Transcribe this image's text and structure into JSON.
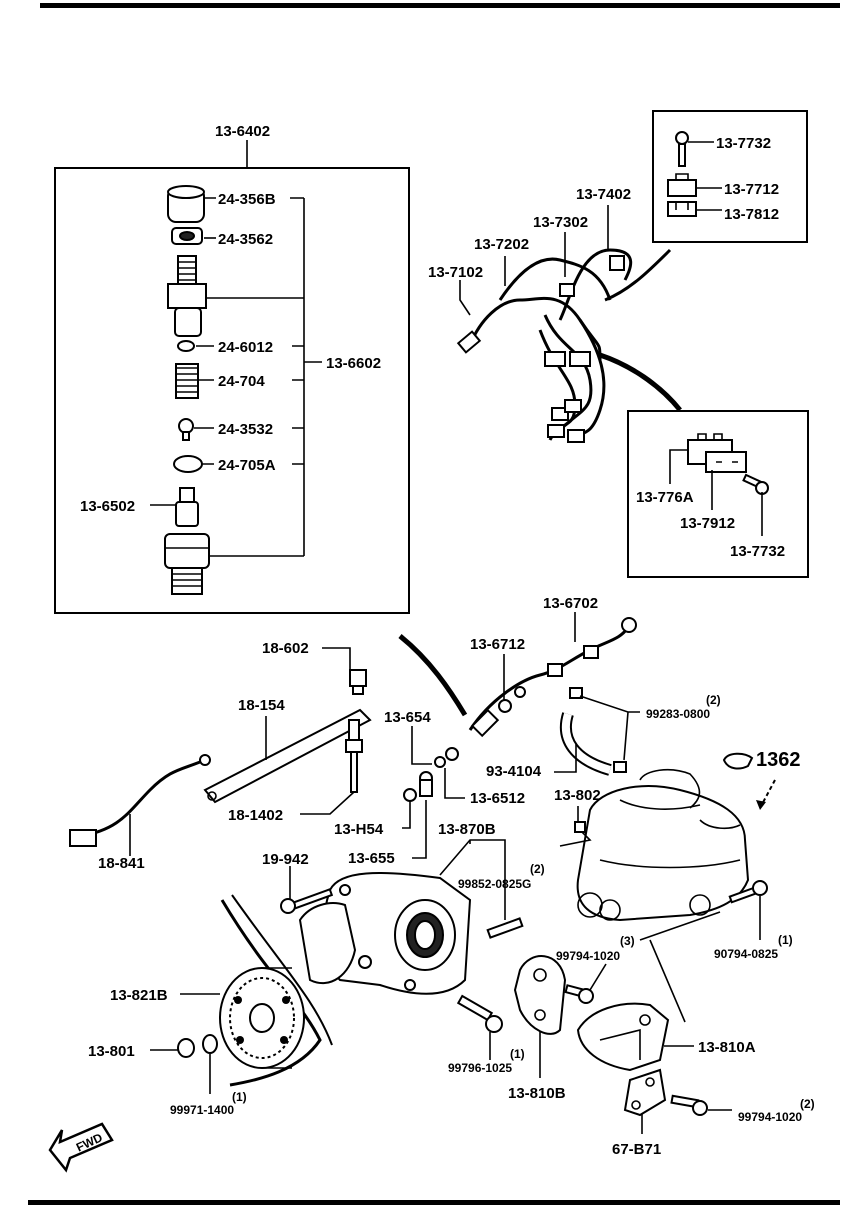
{
  "callouts": {
    "top_assembly": "13-6402",
    "cap": "24-356B",
    "nut": "24-3562",
    "washer": "24-6012",
    "spring": "24-704",
    "pin": "24-3532",
    "spacer": "24-705A",
    "nozzle_tip": "13-6502",
    "nozzle_group": "13-6602",
    "clamp_bolt_top": "13-7732",
    "clamp_upper": "13-7712",
    "clamp_lower": "13-7812",
    "pipe_4": "13-7402",
    "pipe_3": "13-7302",
    "pipe_2": "13-7202",
    "pipe_1": "13-7102",
    "clamp_a": "13-776A",
    "clamp_b": "13-7912",
    "clamp_bolt_bottom": "13-7732",
    "glow_nut": "18-602",
    "glow_plate": "18-154",
    "glow_plug": "18-1402",
    "harness": "18-841",
    "leak_pipe": "13-6702",
    "leak_joint": "13-6712",
    "banjo_bolt": "13-654",
    "gasket": "13-6512",
    "h_bolt": "13-H54",
    "eye_bolt": "13-655",
    "clip": "99283-0800",
    "clip_qty": "(2)",
    "hose": "93-4104",
    "ref_group": "1362",
    "fuel_clip": "13-802",
    "bracket_assembly": "13-870B",
    "stud": "99852-0825G",
    "stud_qty": "(2)",
    "bolt_19": "19-942",
    "bolt_98": "99794-1020",
    "bolt_98_qty": "(3)",
    "bolt_90": "90794-0825",
    "bolt_90_qty": "(1)",
    "pulley": "13-821B",
    "pulley_nut": "13-801",
    "washer_99": "99971-1400",
    "washer_99_qty": "(1)",
    "bolt_96": "99796-1025",
    "bolt_96_qty": "(1)",
    "bracket_b": "13-810B",
    "bracket_a": "13-810A",
    "bolt_bottom": "99794-1020",
    "bolt_bottom_qty": "(2)",
    "bracket_67": "67-B71",
    "fwd": "FWD"
  }
}
